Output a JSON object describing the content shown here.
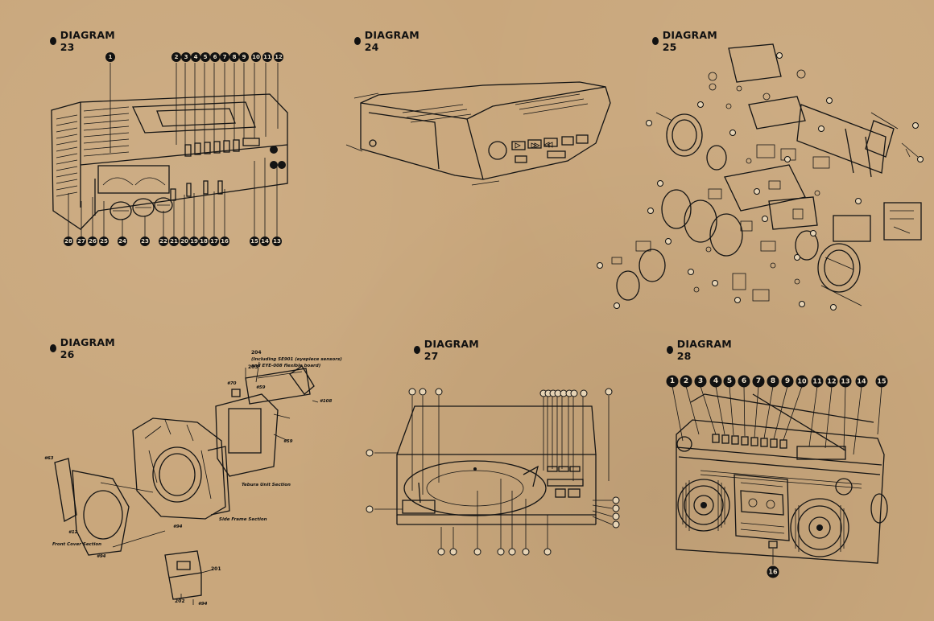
{
  "diagrams": [
    {
      "title": "DIAGRAM 23"
    },
    {
      "title": "DIAGRAM 24"
    },
    {
      "title": "DIAGRAM 25"
    },
    {
      "title": "DIAGRAM 26"
    },
    {
      "title": "DIAGRAM 27"
    },
    {
      "title": "DIAGRAM 28"
    }
  ],
  "d23": {
    "callouts_top": [
      "1",
      "2",
      "3",
      "4",
      "5",
      "6",
      "7",
      "8",
      "9",
      "10",
      "11",
      "12"
    ],
    "callouts_bottom": [
      "28",
      "27",
      "26",
      "25",
      "24",
      "23",
      "22",
      "21",
      "20",
      "19",
      "18",
      "17",
      "16",
      "15",
      "14",
      "13"
    ]
  },
  "d26": {
    "label_204": "204",
    "label_204_note_1": "(Including SE901 (eyepiece sensors)",
    "label_204_note_2": "and EYE-008 flexible board)",
    "label_203": "203",
    "label_tebura": "Tebura Unit Section",
    "label_side_frame": "Side Frame Section",
    "label_front_cover": "Front Cover Section",
    "label_201": "201",
    "label_202": "202",
    "ref_63": "#63",
    "ref_12": "#12",
    "ref_94a": "#94",
    "ref_94b": "#94",
    "ref_94c": "#94",
    "ref_59a": "#59",
    "ref_59b": "#59",
    "ref_108": "#108",
    "ref_70": "#70"
  },
  "d28": {
    "callouts_top": [
      "1",
      "2",
      "3",
      "4",
      "5",
      "6",
      "7",
      "8",
      "9",
      "10",
      "11",
      "12",
      "13",
      "14",
      "15"
    ],
    "callout_bottom": "16"
  },
  "colors": {
    "paper": "#c9a77c",
    "ink": "#141414"
  }
}
